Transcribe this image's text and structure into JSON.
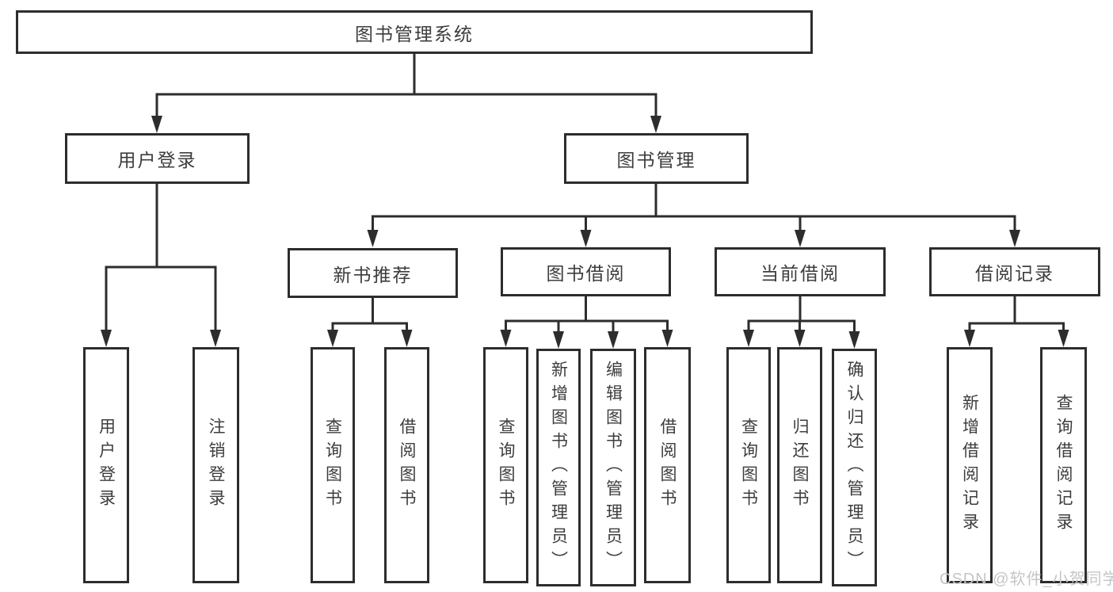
{
  "diagram": {
    "root": "图书管理系统",
    "branches": [
      {
        "label": "用户登录",
        "children": [
          "用户登录",
          "注销登录"
        ]
      },
      {
        "label": "图书管理",
        "children": [
          {
            "label": "新书推荐",
            "children": [
              "查询图书",
              "借阅图书"
            ]
          },
          {
            "label": "图书借阅",
            "children": [
              "查询图书",
              "新增图书（管理员）",
              "编辑图书（管理员）",
              "借阅图书"
            ]
          },
          {
            "label": "当前借阅",
            "children": [
              "查询图书",
              "归还图书",
              "确认归还（管理员）"
            ]
          },
          {
            "label": "借阅记录",
            "children": [
              "新增借阅记录",
              "查询借阅记录"
            ]
          }
        ]
      }
    ]
  },
  "colors": {
    "line": "#2d2d2d",
    "text": "#3d3d3d",
    "watermark": "#c3c6c9",
    "background": "#ffffff"
  },
  "watermark": "CSDN @软件_小贺同学"
}
